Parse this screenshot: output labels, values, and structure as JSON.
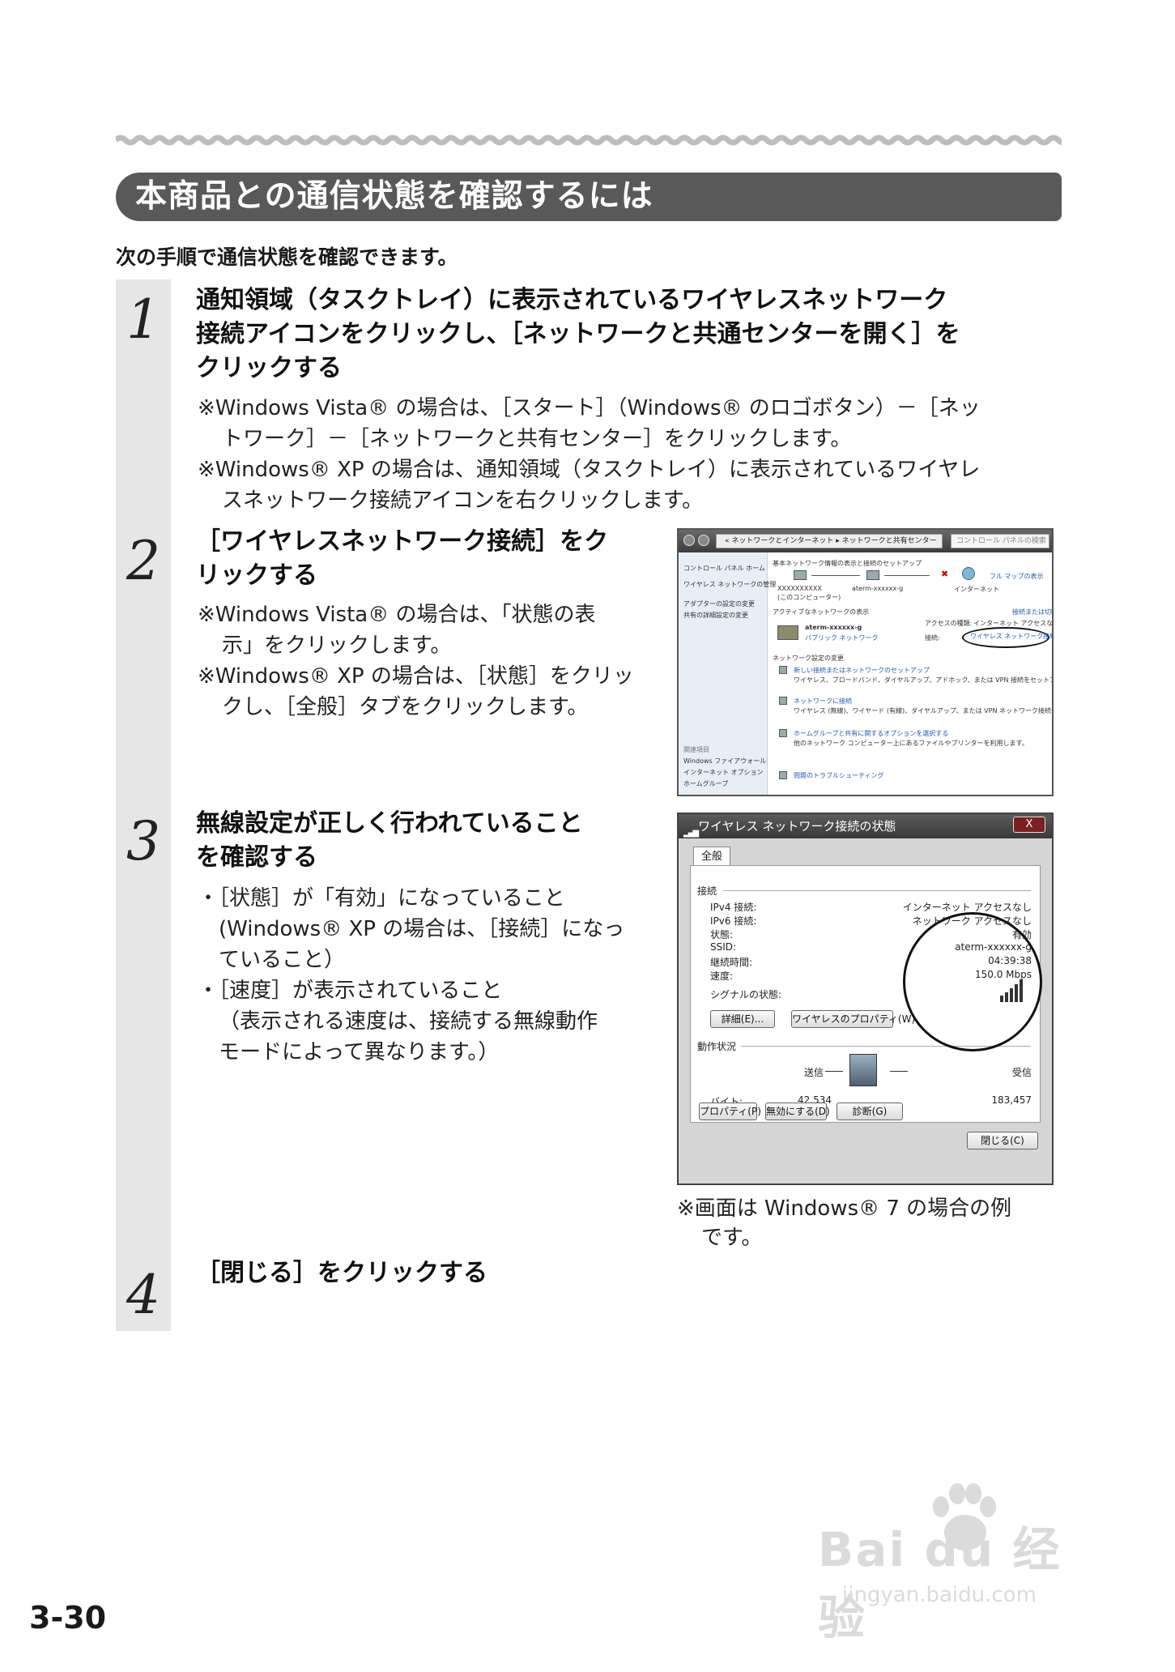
{
  "section_title": "本商品との通信状態を確認するには",
  "intro": "次の手順で通信状態を確認できます。",
  "steps": [
    {
      "num": "1",
      "heading": [
        "通知領域（タスクトレイ）に表示されているワイヤレスネットワーク",
        "接続アイコンをクリックし、［ネットワークと共通センターを開く］を",
        "クリックする"
      ],
      "notes": [
        "※Windows Vista® の場合は、［スタート］（Windows® のロゴボタン）－［ネッ",
        "トワーク］－［ネットワークと共有センター］をクリックします。",
        "※Windows® XP の場合は、通知領域（タスクトレイ）に表示されているワイヤレ",
        "スネットワーク接続アイコンを右クリックします。"
      ]
    },
    {
      "num": "2",
      "heading": [
        "［ワイヤレスネットワーク接続］をク",
        "リックする"
      ],
      "notes": [
        "※Windows Vista® の場合は、「状態の表",
        "示」をクリックします。",
        "※Windows® XP の場合は、［状態］をクリッ",
        "クし、［全般］タブをクリックします。"
      ]
    },
    {
      "num": "3",
      "heading": [
        "無線設定が正しく行われていること",
        "を確認する"
      ],
      "notes": [
        "・［状態］が「有効」になっていること",
        "(Windows® XP の場合は、［接続］になっ",
        "ていること）",
        "・［速度］が表示されていること",
        "（表示される速度は、接続する無線動作",
        "モードによって異なります。）"
      ]
    },
    {
      "num": "4",
      "heading": [
        "［閉じる］をクリックする"
      ],
      "notes": []
    }
  ],
  "screenshot1": {
    "address": "« ネットワークとインターネット ▸ ネットワークと共有センター",
    "search": "コントロール パネルの検索",
    "sidebar": [
      "コントロール パネル ホーム",
      "ワイヤレス ネットワークの管理",
      "アダプターの設定の変更",
      "共有の詳細設定の変更",
      "関連項目",
      "Windows ファイアウォール",
      "インターネット オプション",
      "ホームグループ"
    ],
    "main": {
      "header": "基本ネットワーク情報の表示と接続のセットアップ",
      "map_link": "フル マップの表示",
      "pc_name": "XXXXXXXXXX",
      "pc_sub": "(このコンピューター)",
      "router": "aterm-xxxxxx-g",
      "internet": "インターネット",
      "active_header": "アクティブなネットワークの表示",
      "connect_link": "接続または切断",
      "network_name": "aterm-xxxxxx-g",
      "network_type": "パブリック ネットワーク",
      "access_label": "アクセスの種類:",
      "access_value": "インターネット アクセスなし",
      "conn_label": "接続:",
      "conn_value": "ワイヤレス ネットワーク接続",
      "change_header": "ネットワーク設定の変更",
      "item1": "新しい接続またはネットワークのセットアップ",
      "item1_sub": "ワイヤレス、ブロードバンド、ダイヤルアップ、アドホック、または VPN 接続をセットアップします。",
      "item2": "ネットワークに接続",
      "item2_sub": "ワイヤレス (無線)、ワイヤード (有線)、ダイヤルアップ、または VPN ネットワーク接続を確立",
      "item3": "ホームグループと共有に関するオプションを選択する",
      "item3_sub": "他のネットワーク コンピューター上にあるファイルやプリンターを利用します。",
      "item4": "問題のトラブルシューティング"
    }
  },
  "screenshot2": {
    "title": "ワイヤレス ネットワーク接続の状態",
    "close": "X",
    "tab": "全般",
    "connection_label": "接続",
    "rows": [
      {
        "label": "IPv4 接続:",
        "value": "インターネット アクセスなし"
      },
      {
        "label": "IPv6 接続:",
        "value": "ネットワーク アクセスなし"
      },
      {
        "label": "状態:",
        "value": "有効"
      },
      {
        "label": "SSID:",
        "value": "aterm-xxxxxx-g"
      },
      {
        "label": "継続時間:",
        "value": "04:39:38"
      },
      {
        "label": "速度:",
        "value": "150.0 Mbps"
      }
    ],
    "signal_label": "シグナルの状態:",
    "details_btn": "詳細(E)...",
    "wireless_props_btn": "ワイヤレスのプロパティ(W)",
    "activity_label": "動作状況",
    "sent_label": "送信",
    "recv_label": "受信",
    "bytes_label": "バイト:",
    "bytes_sent": "42,534",
    "bytes_recv": "183,457",
    "props_btn": "プロパティ(P)",
    "disable_btn": "無効にする(D)",
    "diagnose_btn": "診断(G)",
    "close_btn": "閉じる(C)"
  },
  "caption": [
    "※画面は Windows® 7 の場合の例",
    "です。"
  ],
  "page_number": "3-30",
  "watermark": {
    "brand": "Bai du 经验",
    "url": "jingyan.baidu.com"
  }
}
